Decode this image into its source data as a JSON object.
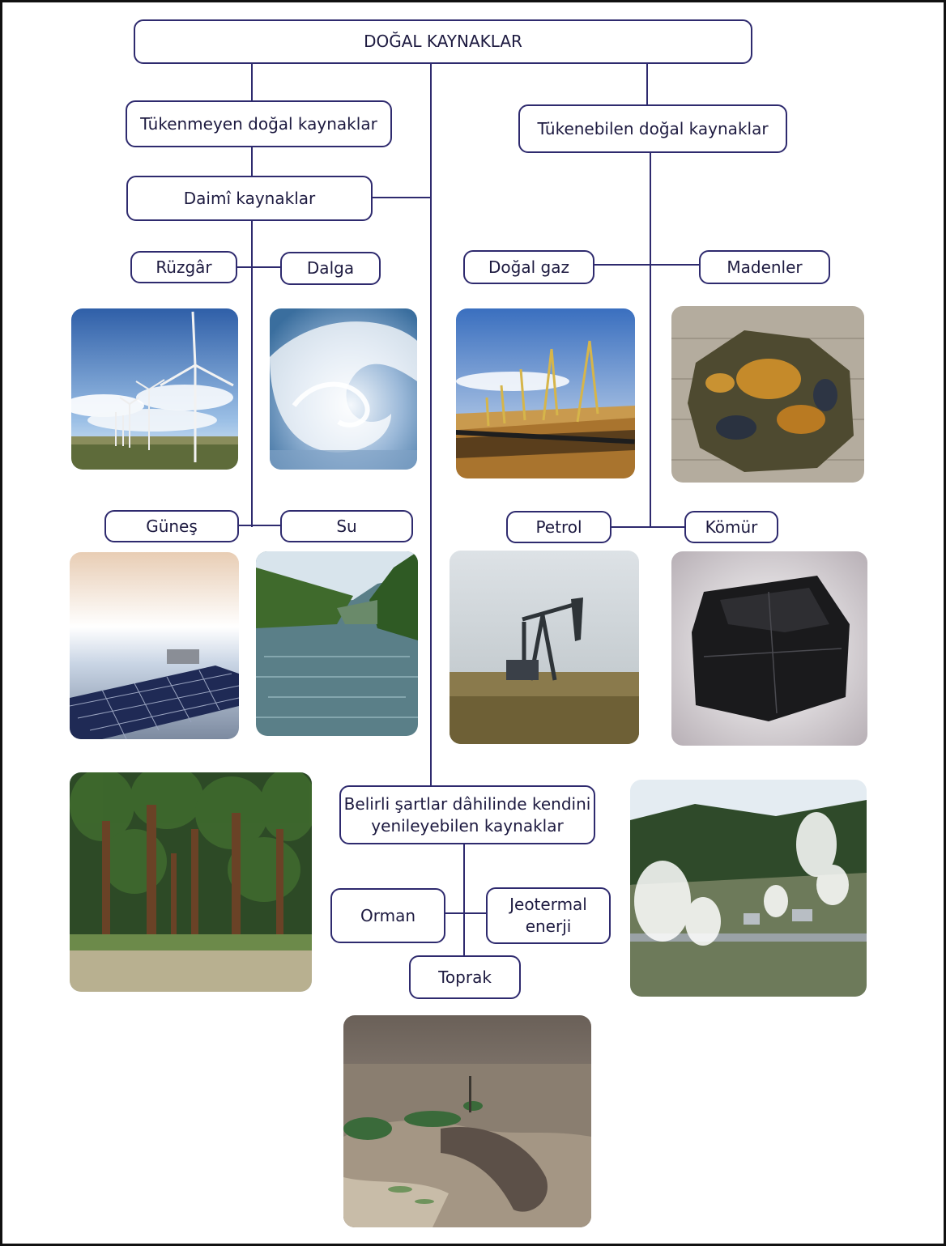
{
  "title": "DOĞAL KAYNAKLAR",
  "branches": {
    "renewable": "Tükenmeyen doğal kaynaklar",
    "nonrenewable": "Tükenebilen doğal kaynaklar",
    "permanent": "Daimî kaynaklar",
    "conditional_line1": "Belirli şartlar dâhilinde kendini",
    "conditional_line2": "yenileyebilen kaynaklar"
  },
  "items": {
    "wind": "Rüzgâr",
    "wave": "Dalga",
    "sun": "Güneş",
    "water": "Su",
    "natural_gas": "Doğal gaz",
    "minerals": "Madenler",
    "oil": "Petrol",
    "coal": "Kömür",
    "forest": "Orman",
    "geothermal_line1": "Jeotermal",
    "geothermal_line2": "enerji",
    "soil": "Toprak"
  },
  "colors": {
    "box_border": "#2e2a6e",
    "connector": "#2e2a6e",
    "frame": "#111111"
  }
}
